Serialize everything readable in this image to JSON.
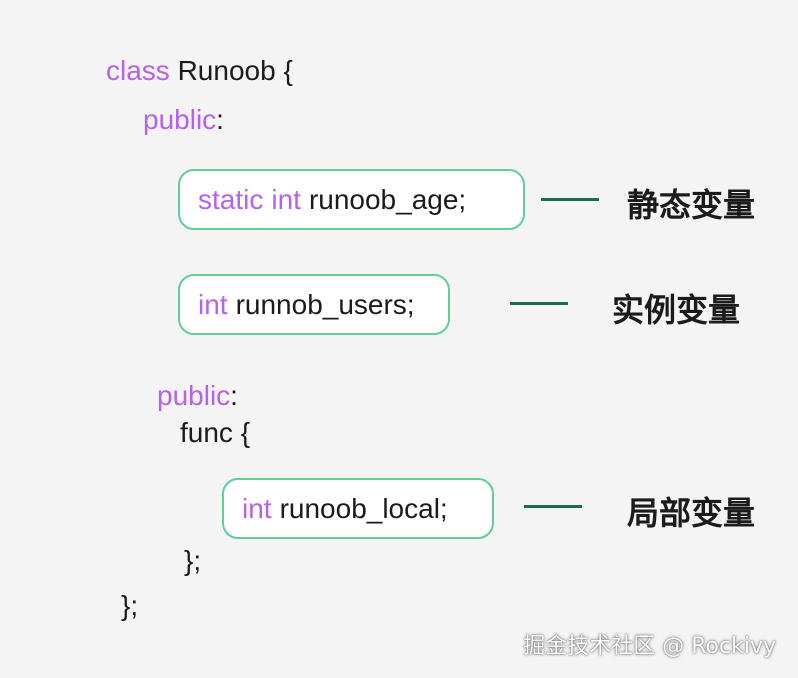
{
  "code": {
    "class_keyword": "class",
    "class_header": "Runoob {",
    "public_keyword_1": "public",
    "colon": ":",
    "static_keyword": "static",
    "static_type": "int",
    "static_name": "runoob_age;",
    "instance_type": "int",
    "instance_name": "runnob_users;",
    "public_keyword_2": "public",
    "func_header": "func {",
    "local_type": "int",
    "local_name": "runoob_local;",
    "func_close": "};",
    "class_close": "};"
  },
  "labels": {
    "static_variable": "静态变量",
    "instance_variable": "实例变量",
    "local_variable": "局部变量"
  },
  "watermark": "掘金技术社区 @ Rockivy",
  "colors": {
    "keyword": "#b662ea",
    "box_border": "#5fcf96",
    "connector": "#1d6b4a",
    "background": "#f4f4f5",
    "text": "#1b1b1b"
  }
}
